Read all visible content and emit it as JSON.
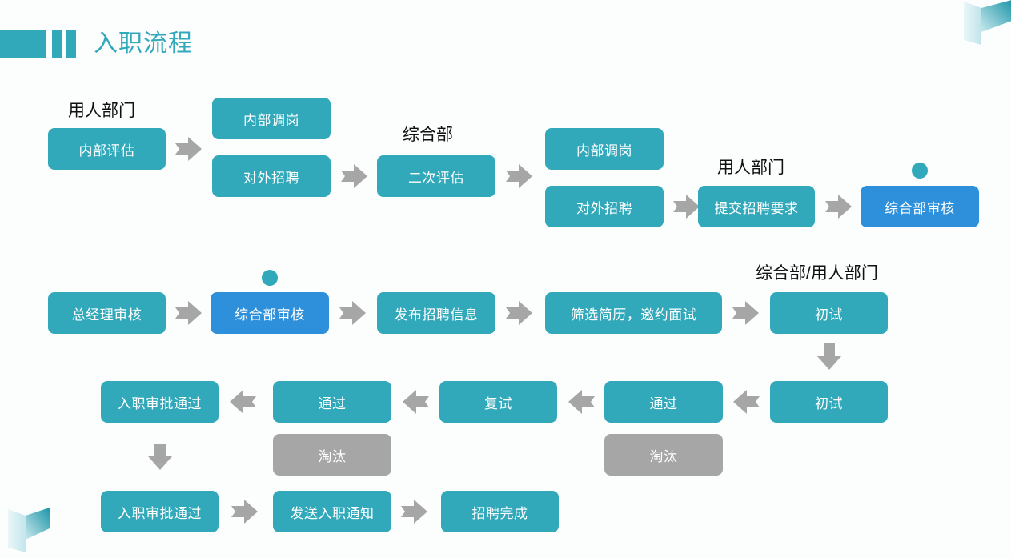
{
  "page": {
    "title": "入职流程",
    "background_color": "#fcfdfd",
    "accent_teal": "#31a9ba",
    "accent_blue": "#2e90da",
    "accent_gray": "#a6a6a6",
    "arrow_color": "#a6a6a6"
  },
  "decorations": {
    "top_right_mark": "logo-mark",
    "bottom_left_mark": "logo-mark"
  },
  "captions": [
    {
      "id": "cap-hiring-dept-1",
      "label": "用人部门"
    },
    {
      "id": "cap-general-dept",
      "label": "综合部"
    },
    {
      "id": "cap-hiring-dept-2",
      "label": "用人部门"
    },
    {
      "id": "cap-general-hiring",
      "label": "综合部/用人部门"
    }
  ],
  "nodes": [
    {
      "id": "n-internal-eval",
      "label": "内部评估",
      "style": "teal"
    },
    {
      "id": "n-internal-transfer-1",
      "label": "内部调岗",
      "style": "teal"
    },
    {
      "id": "n-external-hire-1",
      "label": "对外招聘",
      "style": "teal"
    },
    {
      "id": "n-second-eval",
      "label": "二次评估",
      "style": "teal"
    },
    {
      "id": "n-internal-transfer-2",
      "label": "内部调岗",
      "style": "teal"
    },
    {
      "id": "n-external-hire-2",
      "label": "对外招聘",
      "style": "teal"
    },
    {
      "id": "n-submit-request",
      "label": "提交招聘要求",
      "style": "teal"
    },
    {
      "id": "n-ga-review-1",
      "label": "综合部审核",
      "style": "blue"
    },
    {
      "id": "n-gm-review",
      "label": "总经理审核",
      "style": "teal"
    },
    {
      "id": "n-ga-review-2",
      "label": "综合部审核",
      "style": "blue"
    },
    {
      "id": "n-publish-info",
      "label": "发布招聘信息",
      "style": "teal"
    },
    {
      "id": "n-screen-resume",
      "label": "筛选简历，邀约面试",
      "style": "teal"
    },
    {
      "id": "n-first-interview-1",
      "label": "初试",
      "style": "teal"
    },
    {
      "id": "n-first-interview-2",
      "label": "初试",
      "style": "teal"
    },
    {
      "id": "n-pass-1",
      "label": "通过",
      "style": "teal"
    },
    {
      "id": "n-eliminated-1",
      "label": "淘汰",
      "style": "gray"
    },
    {
      "id": "n-second-interview",
      "label": "复试",
      "style": "teal"
    },
    {
      "id": "n-pass-2",
      "label": "通过",
      "style": "teal"
    },
    {
      "id": "n-eliminated-2",
      "label": "淘汰",
      "style": "gray"
    },
    {
      "id": "n-onboard-approved-1",
      "label": "入职审批通过",
      "style": "teal"
    },
    {
      "id": "n-onboard-approved-2",
      "label": "入职审批通过",
      "style": "teal"
    },
    {
      "id": "n-send-notice",
      "label": "发送入职通知",
      "style": "teal"
    },
    {
      "id": "n-recruit-done",
      "label": "招聘完成",
      "style": "teal"
    }
  ]
}
